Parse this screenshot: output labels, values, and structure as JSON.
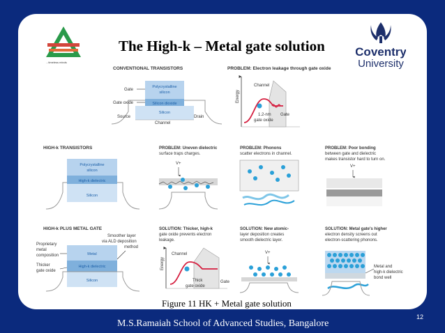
{
  "slide": {
    "title": "The High-k – Metal gate solution",
    "caption": "Figure 11 HK + Metal gate solution",
    "footer": "M.S.Ramaiah School of Advanced Studies, Bangalore",
    "page_number": "12",
    "left_logo_tag": "...timeless minds"
  },
  "right_logo": {
    "line1": "Coventry",
    "line2": "University"
  },
  "figure": {
    "conventional": {
      "heading": "CONVENTIONAL TRANSISTORS",
      "gate": "Gate",
      "gate_oxide": "Gate oxide",
      "source": "Source",
      "drain": "Drain",
      "channel": "Channel",
      "layer_poly_1": "Polycrystalline",
      "layer_poly_2": "silicon",
      "layer_sio2": "Silicon dioxide",
      "layer_si": "Silicon"
    },
    "problem_leakage": {
      "heading": "PROBLEM: Electron leakage through gate oxide",
      "energy": "Energy",
      "channel": "Channel",
      "thickness_1": "1.2-nm",
      "thickness_2": "gate oxide",
      "gate": "Gate"
    },
    "highk": {
      "heading": "HIGH-k TRANSISTORS",
      "layer_poly_1": "Polycrystalline",
      "layer_poly_2": "silicon",
      "layer_highk": "High-k dielectric",
      "layer_si": "Silicon"
    },
    "problem_traps": {
      "line1": "PROBLEM: Uneven dielectric",
      "line2": "surface traps charges.",
      "v": "V+"
    },
    "problem_phonons": {
      "line1": "PROBLEM: Phonons",
      "line2": "scatter electrons in channel."
    },
    "problem_bonding": {
      "line1": "PROBLEM: Poor bonding",
      "line2": "between gate and dielectric",
      "line3": "makes transistor hard to turn on.",
      "v": "V+"
    },
    "hkmg": {
      "heading": "HIGH-k PLUS METAL GATE",
      "note_1": "Smoother layer",
      "note_2": "via ALD deposition",
      "note_3": "method",
      "prop_1": "Proprietary",
      "prop_2": "metal",
      "prop_3": "composition",
      "thick_1": "Thicker",
      "thick_2": "gate oxide",
      "layer_metal": "Metal",
      "layer_highk": "High-k dielectric",
      "layer_si": "Silicon"
    },
    "solution_thicker": {
      "line1": "SOLUTION: Thicker, high-k",
      "line2": "gate oxide prevents electron",
      "line3": "leakage.",
      "energy": "Energy",
      "channel": "Channel",
      "thick_1": "Thick",
      "thick_2": "gate oxide",
      "gate": "Gate"
    },
    "solution_ald": {
      "line1": "SOLUTION: New atomic-",
      "line2": "layer deposition creates",
      "line3": "smooth dielectric layer.",
      "v": "V+"
    },
    "solution_metal": {
      "line1": "SOLUTION: Metal gate's higher",
      "line2": "electron density screens out",
      "line3": "electron-scattering phonons.",
      "bond_1": "Metal and",
      "bond_2": "high-k dielectric",
      "bond_3": "bond well"
    }
  },
  "colors": {
    "background": "#0b2a7d",
    "card": "#ffffff",
    "layer_blue": "#7fb0dc",
    "layer_text": "#1b5fa8",
    "electron": "#2aa0d8",
    "red_curve": "#d51e3f",
    "logo_green": "#2a9a4a",
    "logo_red": "#d2453b",
    "coventry_blue": "#1d2f6b"
  }
}
